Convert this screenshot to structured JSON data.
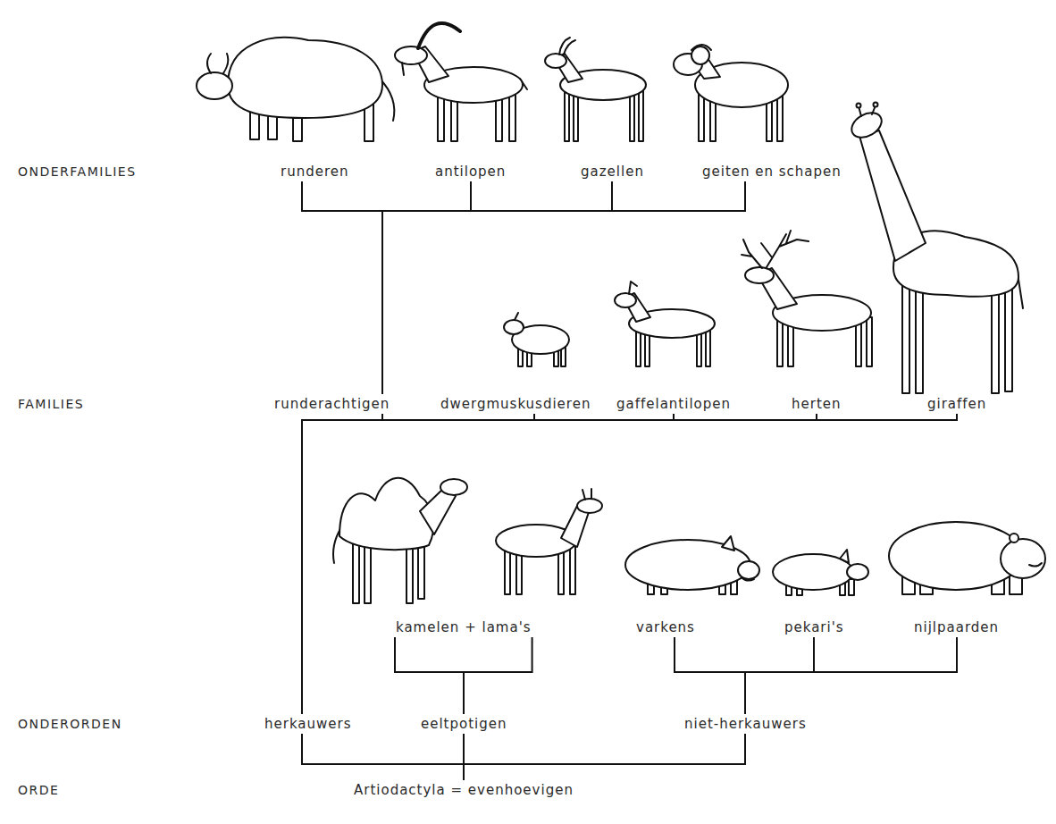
{
  "diagram": {
    "nodes": [
      {
        "text": [
          "runderen"
        ]
      },
      {
        "text": [
          "antilopen"
        ]
      },
      {
        "text": [
          "gazellen"
        ]
      },
      {
        "text": [
          "geiten en schapen"
        ]
      },
      {
        "text": [
          "runderachtigen"
        ]
      },
      {
        "text": [
          "dwergmuskusdieren"
        ]
      },
      {
        "text": [
          "gaffelantilopen"
        ]
      },
      {
        "text": [
          "herten"
        ]
      },
      {
        "text": [
          "giraffen"
        ]
      },
      {
        "text": [
          "kamelen + lama's"
        ]
      },
      {
        "text": [
          "varkens"
        ]
      },
      {
        "text": [
          "pekari's"
        ]
      },
      {
        "text": [
          "nijlpaarden"
        ]
      },
      {
        "text": [
          "herkauwers"
        ]
      },
      {
        "text": [
          "eeltpotigen"
        ]
      },
      {
        "text": [
          "niet-herkauwers"
        ]
      },
      {
        "text": [
          "Artiodactyla = evenhoevigen"
        ]
      }
    ],
    "edges": [
      {
        "from": 0,
        "to": 4,
        "arrow": "none"
      },
      {
        "from": 1,
        "to": 4,
        "arrow": "none"
      },
      {
        "from": 2,
        "to": 4,
        "arrow": "none"
      },
      {
        "from": 3,
        "to": 4,
        "arrow": "none"
      },
      {
        "from": 4,
        "to": 13,
        "arrow": "none"
      },
      {
        "from": 5,
        "to": 13,
        "arrow": "none"
      },
      {
        "from": 6,
        "to": 13,
        "arrow": "none"
      },
      {
        "from": 7,
        "to": 13,
        "arrow": "none"
      },
      {
        "from": 8,
        "to": 13,
        "arrow": "none"
      },
      {
        "from": 9,
        "to": 14,
        "arrow": "none"
      },
      {
        "from": 10,
        "to": 15,
        "arrow": "none"
      },
      {
        "from": 11,
        "to": 15,
        "arrow": "none"
      },
      {
        "from": 12,
        "to": 15,
        "arrow": "none"
      },
      {
        "from": 13,
        "to": 16,
        "arrow": "none"
      },
      {
        "from": 14,
        "to": 16,
        "arrow": "none"
      },
      {
        "from": 15,
        "to": 16,
        "arrow": "none"
      }
    ],
    "labels": [
      "ONDERFAMILIES",
      "FAMILIES",
      "ONDERORDEN",
      "ORDE"
    ]
  }
}
